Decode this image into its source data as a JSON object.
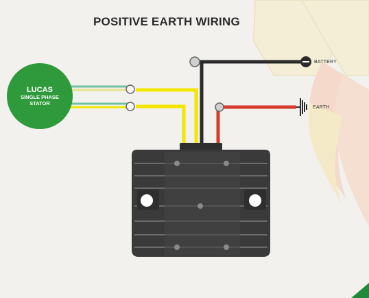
{
  "title": "POSITIVE EARTH WIRING",
  "stator": {
    "line1": "LUCAS",
    "line2": "SINGLE PHASE",
    "line3": "STATOR"
  },
  "labels": {
    "battery": "BATTERY",
    "earth": "EARTH"
  },
  "colors": {
    "stator_green": "#2f9a3c",
    "wire_yellow": "#f2e600",
    "wire_green": "#6fc1a0",
    "wire_black": "#2a2a2a",
    "wire_red": "#d83a2c",
    "regulator_body": "#3a3a3a",
    "accent_corner_green": "#1f8a3b"
  },
  "icons": [
    "battery-terminal-icon",
    "earth-ground-icon",
    "connector-icon",
    "mounting-hole-icon"
  ]
}
